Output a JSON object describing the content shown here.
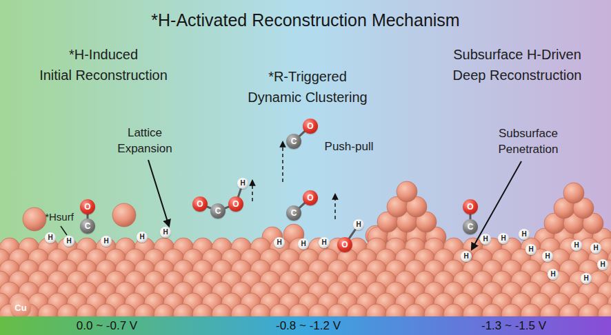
{
  "diagram": {
    "title": "*H-Activated Reconstruction Mechanism",
    "nodes": [
      {
        "text": [
          "H"
        ]
      },
      {
        "text": [
          "H"
        ]
      },
      {
        "text": [
          "O"
        ]
      },
      {
        "text": [
          "C"
        ]
      },
      {
        "text": [
          "H"
        ]
      },
      {
        "text": [
          "H"
        ]
      },
      {
        "text": [
          "H"
        ]
      },
      {
        "text": [
          "H"
        ]
      },
      {
        "text": [
          "O"
        ]
      },
      {
        "text": [
          "C"
        ]
      },
      {
        "text": [
          "O"
        ]
      },
      {
        "text": [
          "O"
        ]
      },
      {
        "text": [
          "C"
        ]
      },
      {
        "text": [
          "O"
        ]
      },
      {
        "text": [
          "C"
        ]
      },
      {
        "text": [
          "H"
        ]
      },
      {
        "text": [
          "H"
        ]
      },
      {
        "text": [
          "H"
        ]
      },
      {
        "text": [
          "H"
        ]
      },
      {
        "text": [
          "O"
        ]
      },
      {
        "text": [
          "O"
        ]
      },
      {
        "text": [
          "C"
        ]
      },
      {
        "text": [
          "H"
        ]
      },
      {
        "text": [
          "H"
        ]
      },
      {
        "text": [
          "H"
        ]
      },
      {
        "text": [
          "H"
        ]
      },
      {
        "text": [
          "H"
        ]
      },
      {
        "text": [
          "H"
        ]
      },
      {
        "text": [
          "H"
        ]
      },
      {
        "text": [
          "H"
        ]
      },
      {
        "text": [
          "H"
        ]
      },
      {
        "text": [
          "H"
        ]
      },
      {
        "text": [
          "H"
        ]
      },
      {
        "text": [
          "Cu"
        ]
      },
      {
        "text": [
          "0.0 ~ -0.7 V",
          "-0.8 ~ -1.2 V",
          "-1.3 ~ -1.5 V"
        ]
      }
    ],
    "edges": [
      {
        "from": 3,
        "to": 2,
        "arrow": "none"
      },
      {
        "from": 9,
        "to": 8,
        "arrow": "none"
      },
      {
        "from": 9,
        "to": 10,
        "arrow": "none"
      },
      {
        "from": 10,
        "to": 7,
        "arrow": "none"
      },
      {
        "from": 12,
        "to": 11,
        "arrow": "none"
      },
      {
        "from": 14,
        "to": 13,
        "arrow": "none"
      },
      {
        "from": 19,
        "to": 18,
        "arrow": "none"
      },
      {
        "from": 21,
        "to": 20,
        "arrow": "none"
      }
    ],
    "labels": [
      "*H-Induced Initial Reconstruction",
      "*R-Triggered Dynamic Clustering",
      "Subsurface H-Driven Deep Reconstruction",
      "Lattice Expansion",
      "Push-pull",
      "Subsurface Penetration",
      "*Hsurf"
    ]
  }
}
